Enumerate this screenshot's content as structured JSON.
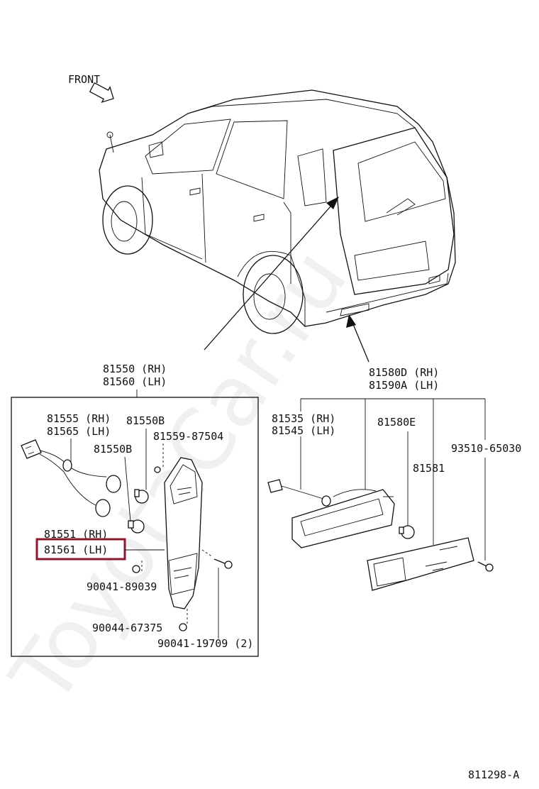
{
  "watermark": "ToyotaCar.ru",
  "front_label": "FRONT",
  "diagram_code": "811298-A",
  "highlight_color": "#8b1a2f",
  "parts": {
    "p81550": "81550 (RH)",
    "p81560": "81560 (LH)",
    "p81555": "81555 (RH)",
    "p81565": "81565 (LH)",
    "p81550b_top": "81550B",
    "p81550b": "81550B",
    "p81559": "81559-87504",
    "p81551": "81551 (RH)",
    "p81561": "81561 (LH)",
    "p90041a": "90041-89039",
    "p90044": "90044-67375",
    "p90041b": "90041-19709 (2)",
    "p81580d": "81580D (RH)",
    "p81590a": "81590A (LH)",
    "p81535": "81535 (RH)",
    "p81545": "81545 (LH)",
    "p81580e": "81580E",
    "p81581": "81581",
    "p93510": "93510-65030"
  }
}
